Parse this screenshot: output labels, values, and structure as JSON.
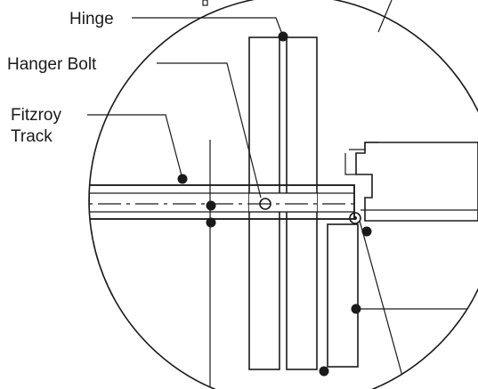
{
  "labels": {
    "hinge": "Hinge",
    "hanger_bolt": "Hanger Bolt",
    "fitzroy_line1": "Fitzroy",
    "fitzroy_line2": "Track"
  }
}
